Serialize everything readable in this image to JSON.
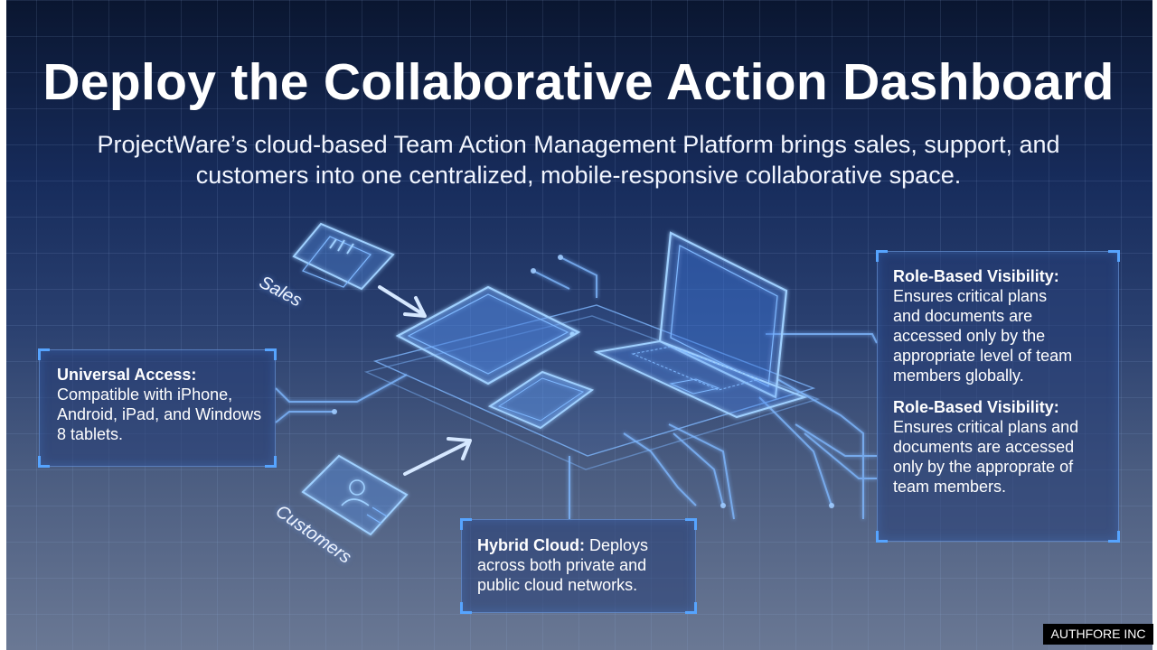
{
  "header": {
    "title": "Deploy the Collaborative Action Dashboard",
    "subtitle": "ProjectWare’s cloud-based Team Action Management Platform brings sales, support, and customers into one centralized, mobile-responsive collaborative space."
  },
  "labels": {
    "sales": "Sales",
    "customers": "Customers"
  },
  "callouts": {
    "universal": {
      "heading": "Universal Access:",
      "text": "Compatible with iPhone, Android, iPad, and Windows 8 tablets."
    },
    "hybrid": {
      "heading": "Hybrid Cloud:",
      "text": "Deploys across both private and public cloud networks."
    },
    "role": [
      {
        "heading": "Role-Based Visibility:",
        "text": "Ensures critical plans and documents are accessed only by the appropriate level of team members globally."
      },
      {
        "heading": "Role-Based Visibility:",
        "text": "Ensures critical plans and documents are accessed only by the approprate of team members."
      }
    ]
  },
  "footer": {
    "watermark": "AUTHFORE INC"
  },
  "colors": {
    "accent_blue": "#56a4ff",
    "line_glow": "#7fb8ff"
  },
  "icons": [
    "tablet-icon",
    "laptop-icon",
    "smartphone-icon",
    "sales-report-icon",
    "customer-document-icon",
    "arrow-icon"
  ]
}
